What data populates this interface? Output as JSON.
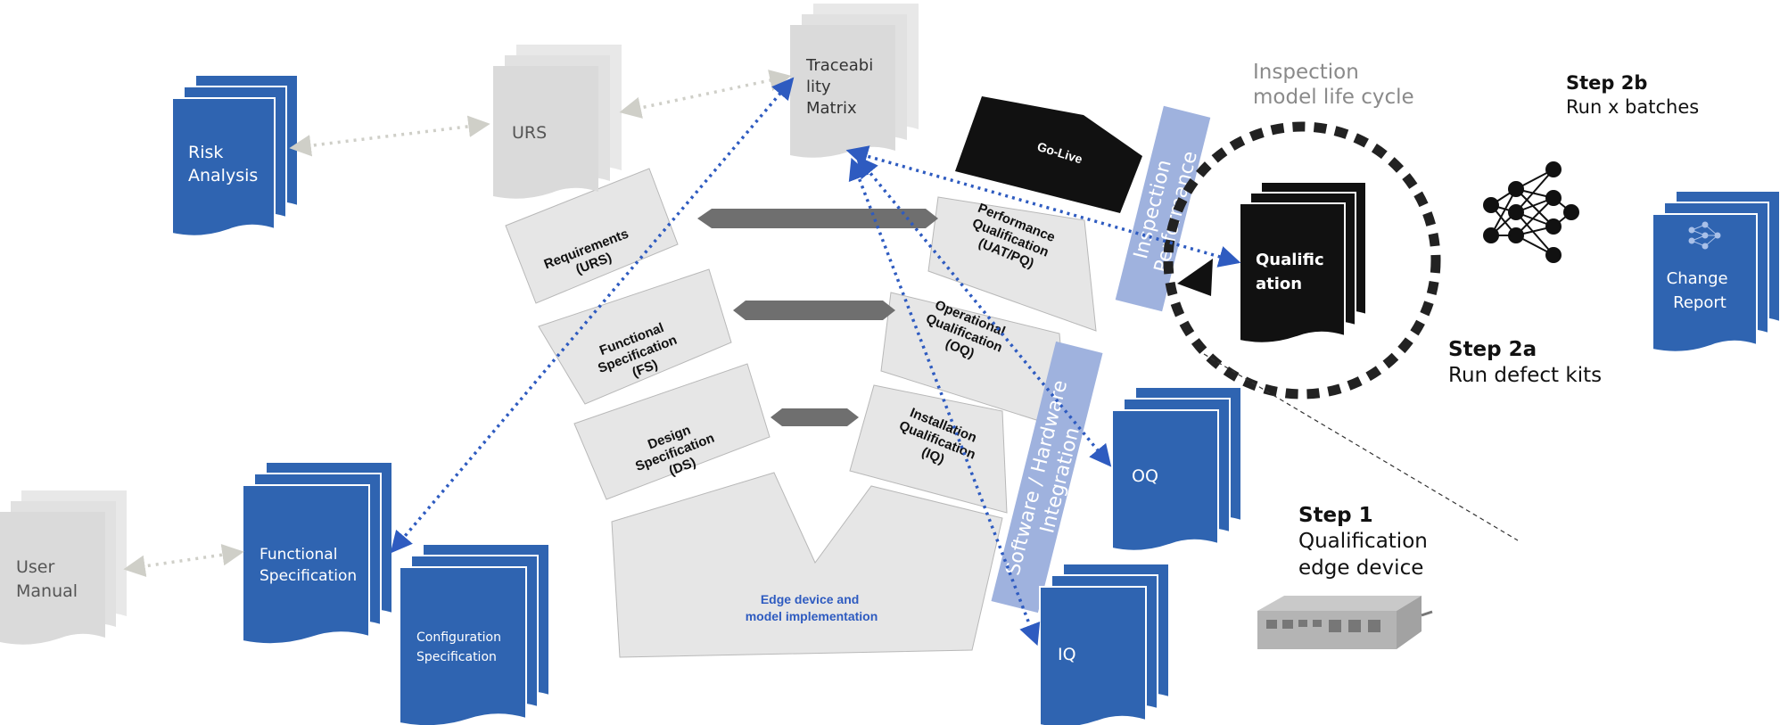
{
  "colors": {
    "blue_doc": "#2F64B1",
    "grey_doc": "#DADADA",
    "v_panel": "#E6E6E6",
    "band": "#9FB2DE",
    "connector": "#6F6F6F",
    "dot_blue": "#2E5BC0",
    "black": "#111111"
  },
  "documents": {
    "risk_analysis": {
      "line1": "Risk",
      "line2": "Analysis"
    },
    "urs": {
      "line1": "URS"
    },
    "traceability": {
      "line1": "Traceabi",
      "line2": "lity",
      "line3": "Matrix"
    },
    "user_manual": {
      "line1": "User",
      "line2": "Manual"
    },
    "functional_spec": {
      "line1": "Functional",
      "line2": "Specification"
    },
    "configuration_spec": {
      "line1": "Configuration",
      "line2": "Specification"
    },
    "oq": {
      "line1": "OQ"
    },
    "iq": {
      "line1": "IQ"
    },
    "qualification": {
      "line1": "Qualific",
      "line2": "ation"
    },
    "change_report": {
      "line1": "Change",
      "line2": "Report"
    }
  },
  "v_model": {
    "requirements": {
      "line1": "Requirements",
      "line2": "(URS)"
    },
    "functional": {
      "line1": "Functional",
      "line2": "Specification",
      "line3": "(FS)"
    },
    "design": {
      "line1": "Design",
      "line2": "Specification",
      "line3": "(DS)"
    },
    "pq": {
      "line1": "Performance",
      "line2": "Qualification",
      "line3": "(UAT/PQ)"
    },
    "oq": {
      "line1": "Operational",
      "line2": "Qualification",
      "line3": "(OQ)"
    },
    "iq": {
      "line1": "Installation",
      "line2": "Qualification",
      "line3": "(IQ)"
    },
    "go_live": "Go-Live",
    "base": {
      "line1": "Edge device and",
      "line2": "model  implementation"
    }
  },
  "bands": {
    "inspection": {
      "line1": "Inspection",
      "line2": "Performance"
    },
    "software": {
      "line1": "Software / Hardware",
      "line2": "Integration"
    }
  },
  "lifecycle": {
    "line1": "Inspection",
    "line2": "model life cycle"
  },
  "steps": {
    "step2b": {
      "title": "Step 2b",
      "subtitle": "Run x batches"
    },
    "step2a": {
      "title": "Step 2a",
      "subtitle": "Run defect kits"
    },
    "step1": {
      "title": "Step 1",
      "line1": "Qualification",
      "line2": "edge device"
    }
  },
  "icons": [
    "neural-network-icon",
    "edge-device-icon",
    "cycle-arrow-icon"
  ]
}
